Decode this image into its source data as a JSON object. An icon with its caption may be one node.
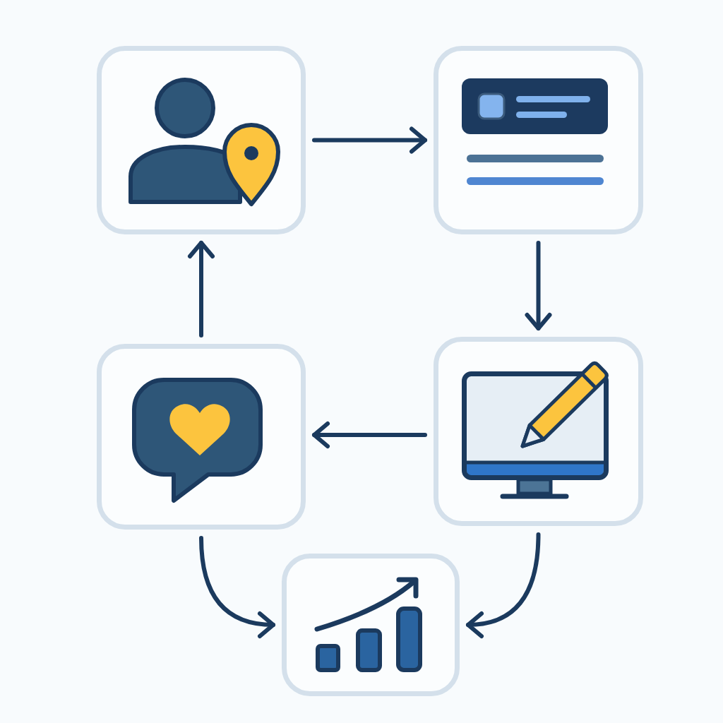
{
  "diagram": {
    "nodes": [
      {
        "text": [],
        "shape": "box"
      },
      {
        "text": [],
        "shape": "box"
      },
      {
        "text": [],
        "shape": "box"
      },
      {
        "text": [],
        "shape": "box"
      },
      {
        "text": [],
        "shape": "box"
      }
    ],
    "edges": [
      {
        "from": 0,
        "to": 1,
        "arrow": "to"
      },
      {
        "from": 1,
        "to": 2,
        "arrow": "to"
      },
      {
        "from": 2,
        "to": 3,
        "arrow": "to"
      },
      {
        "from": 3,
        "to": 0,
        "arrow": "to"
      },
      {
        "from": 3,
        "to": 4,
        "arrow": "to"
      },
      {
        "from": 2,
        "to": 4,
        "arrow": "to"
      }
    ]
  }
}
